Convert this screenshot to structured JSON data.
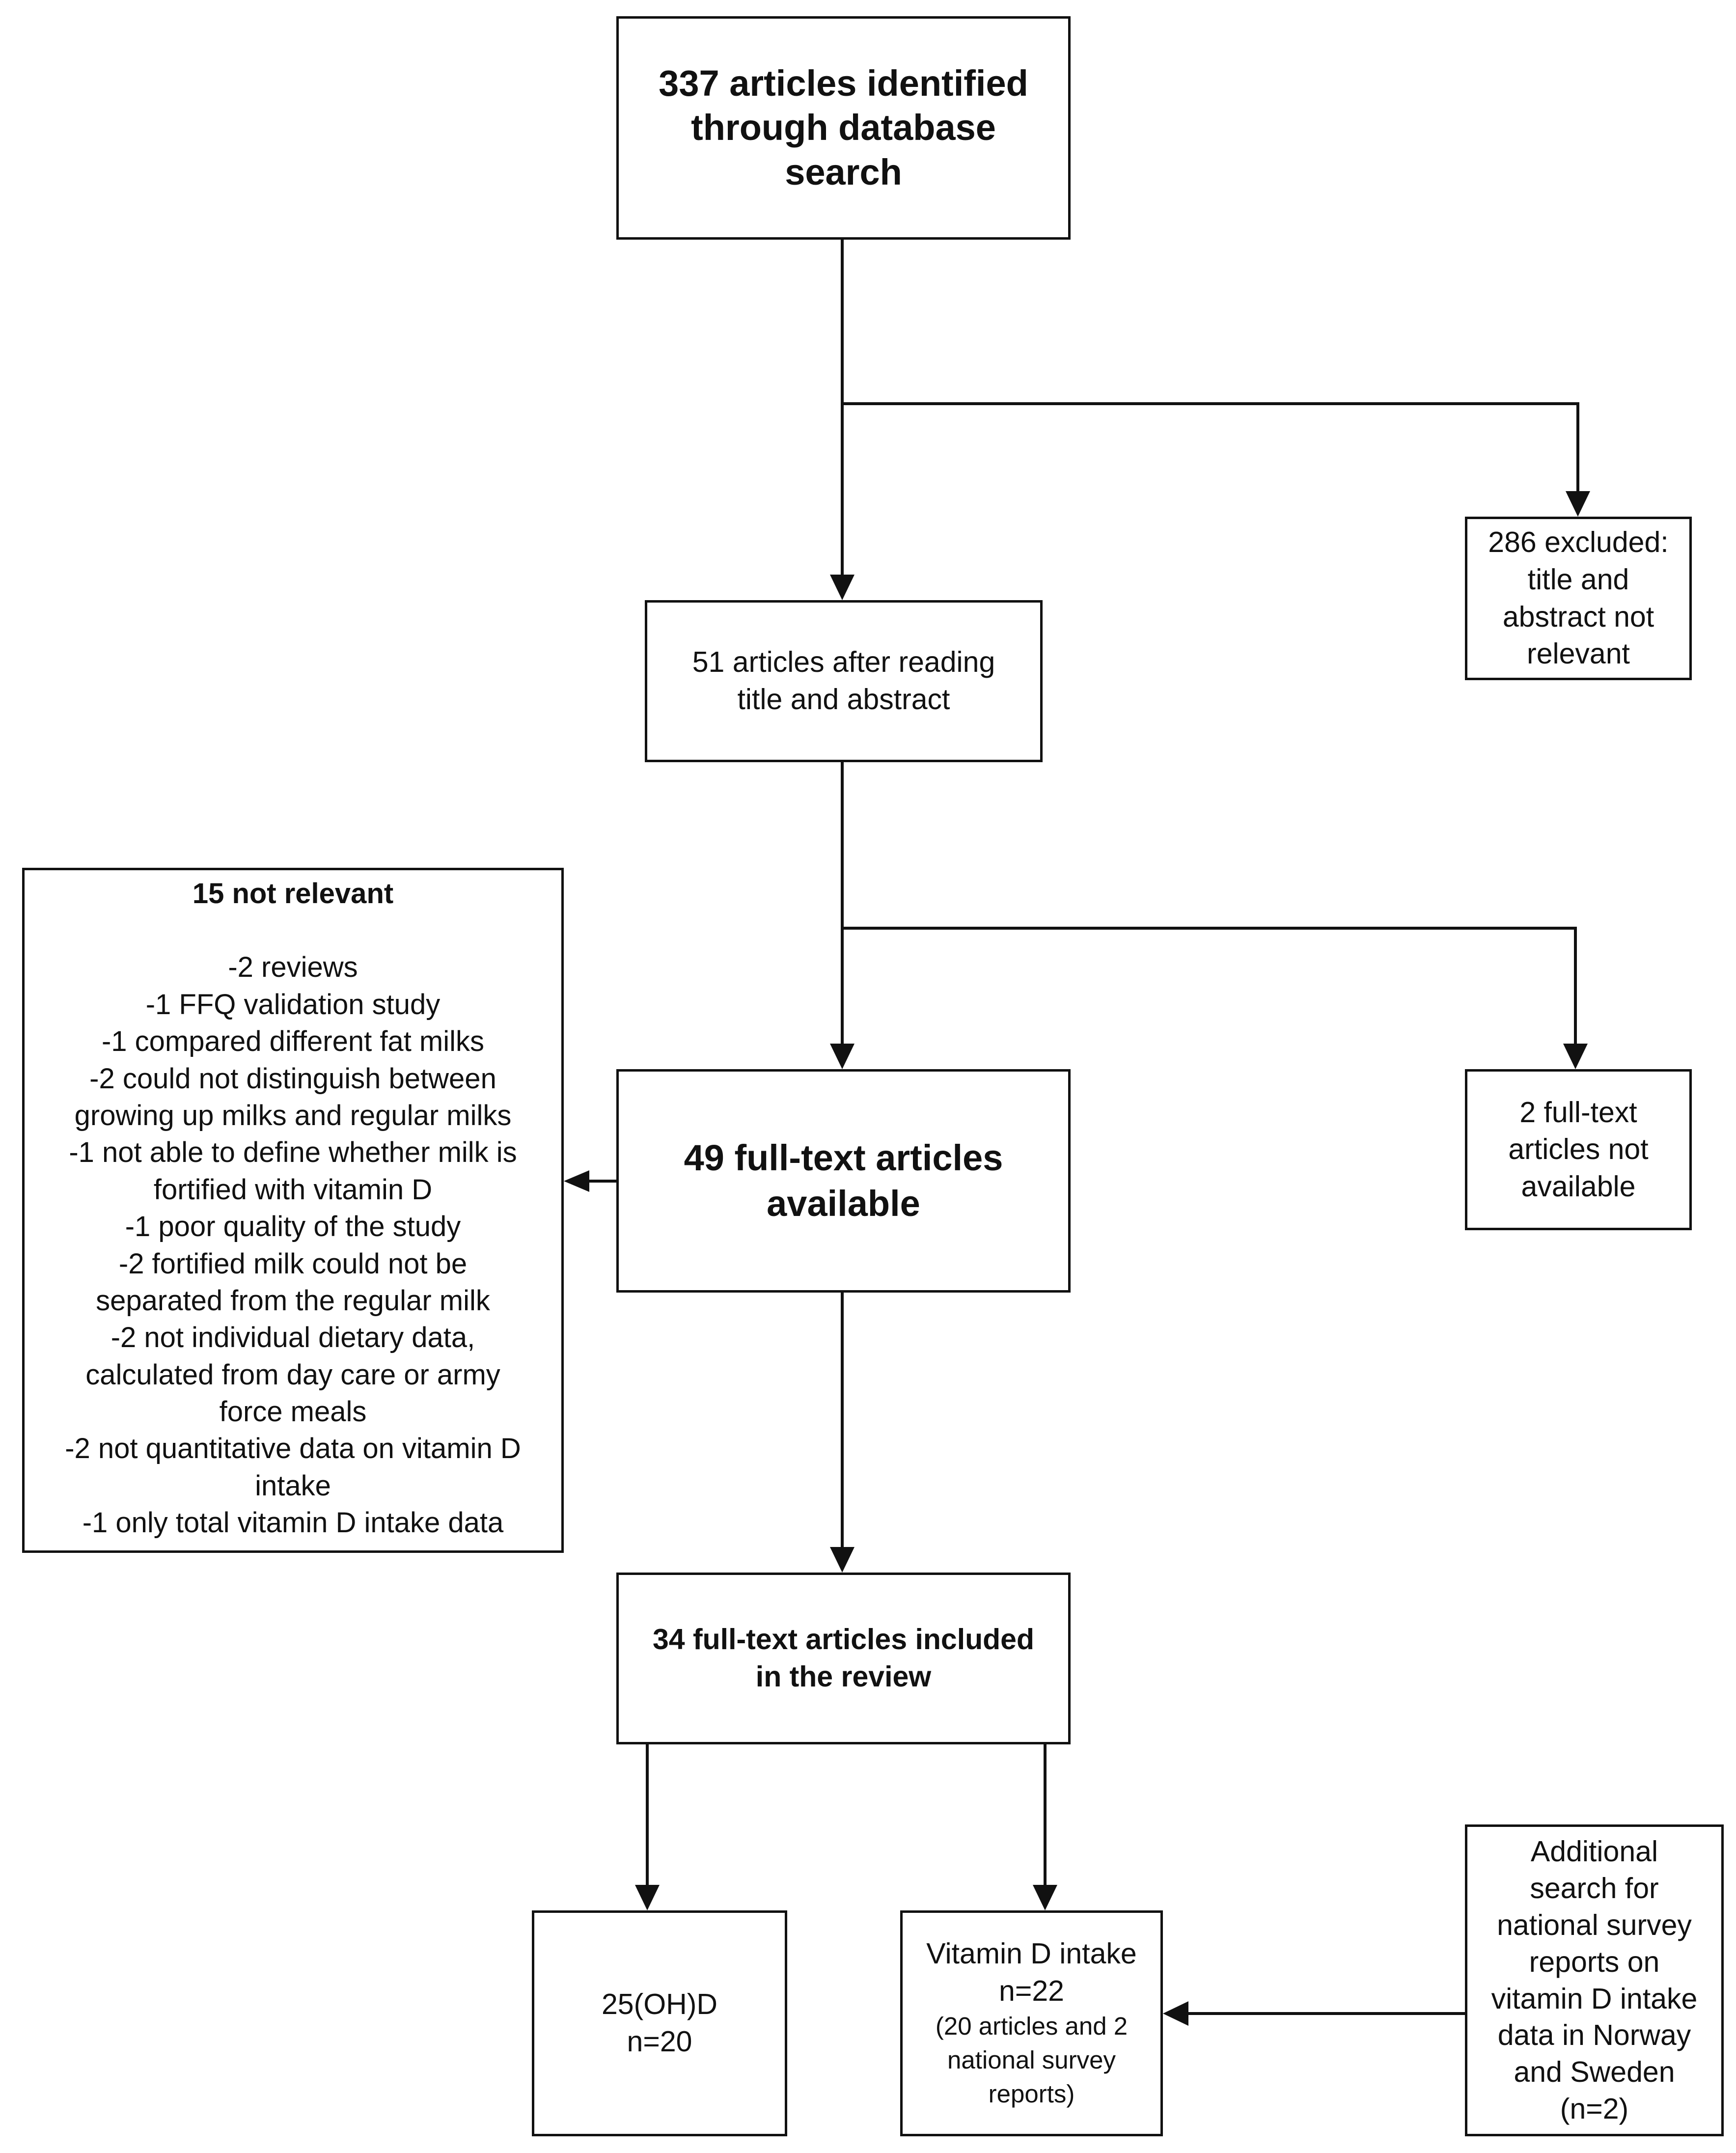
{
  "boxes": {
    "identified": {
      "lines": [
        "337 articles identified",
        "through database",
        "search"
      ]
    },
    "excluded_title_abstract": {
      "lines": [
        "286 excluded:",
        "title and",
        "abstract not",
        "relevant"
      ]
    },
    "after_reading": {
      "lines": [
        "51 articles after reading",
        "title and abstract"
      ]
    },
    "not_relevant": {
      "heading": "15 not relevant",
      "items": [
        "-2 reviews",
        "-1 FFQ validation study",
        "-1 compared different fat milks",
        "-2 could not distinguish between",
        "growing up milks and regular milks",
        "-1 not able to define whether milk is",
        "fortified with vitamin D",
        "-1 poor quality of the study",
        "-2 fortified milk could not be",
        "separated from the regular milk",
        "-2 not individual dietary data,",
        "calculated from day care or army",
        "force meals",
        "-2 not quantitative data on vitamin D",
        "intake",
        "-1 only total vitamin D intake data"
      ]
    },
    "full_text_available": {
      "lines": [
        "49 full-text articles",
        "available"
      ]
    },
    "full_text_not_available": {
      "lines": [
        "2 full-text",
        "articles not",
        "available"
      ]
    },
    "included": {
      "lines": [
        "34 full-text articles included",
        "in the review"
      ]
    },
    "ohd": {
      "lines": [
        "25(OH)D",
        "n=20"
      ]
    },
    "vitamin_d_intake": {
      "lines": [
        "Vitamin D intake",
        "n=22"
      ],
      "sublines": [
        "(20 articles and 2",
        "national survey",
        "reports)"
      ]
    },
    "additional_search": {
      "lines": [
        "Additional",
        "search for",
        "national survey",
        "reports on",
        "vitamin D intake",
        "data in Norway",
        "and Sweden",
        "(n=2)"
      ]
    }
  }
}
